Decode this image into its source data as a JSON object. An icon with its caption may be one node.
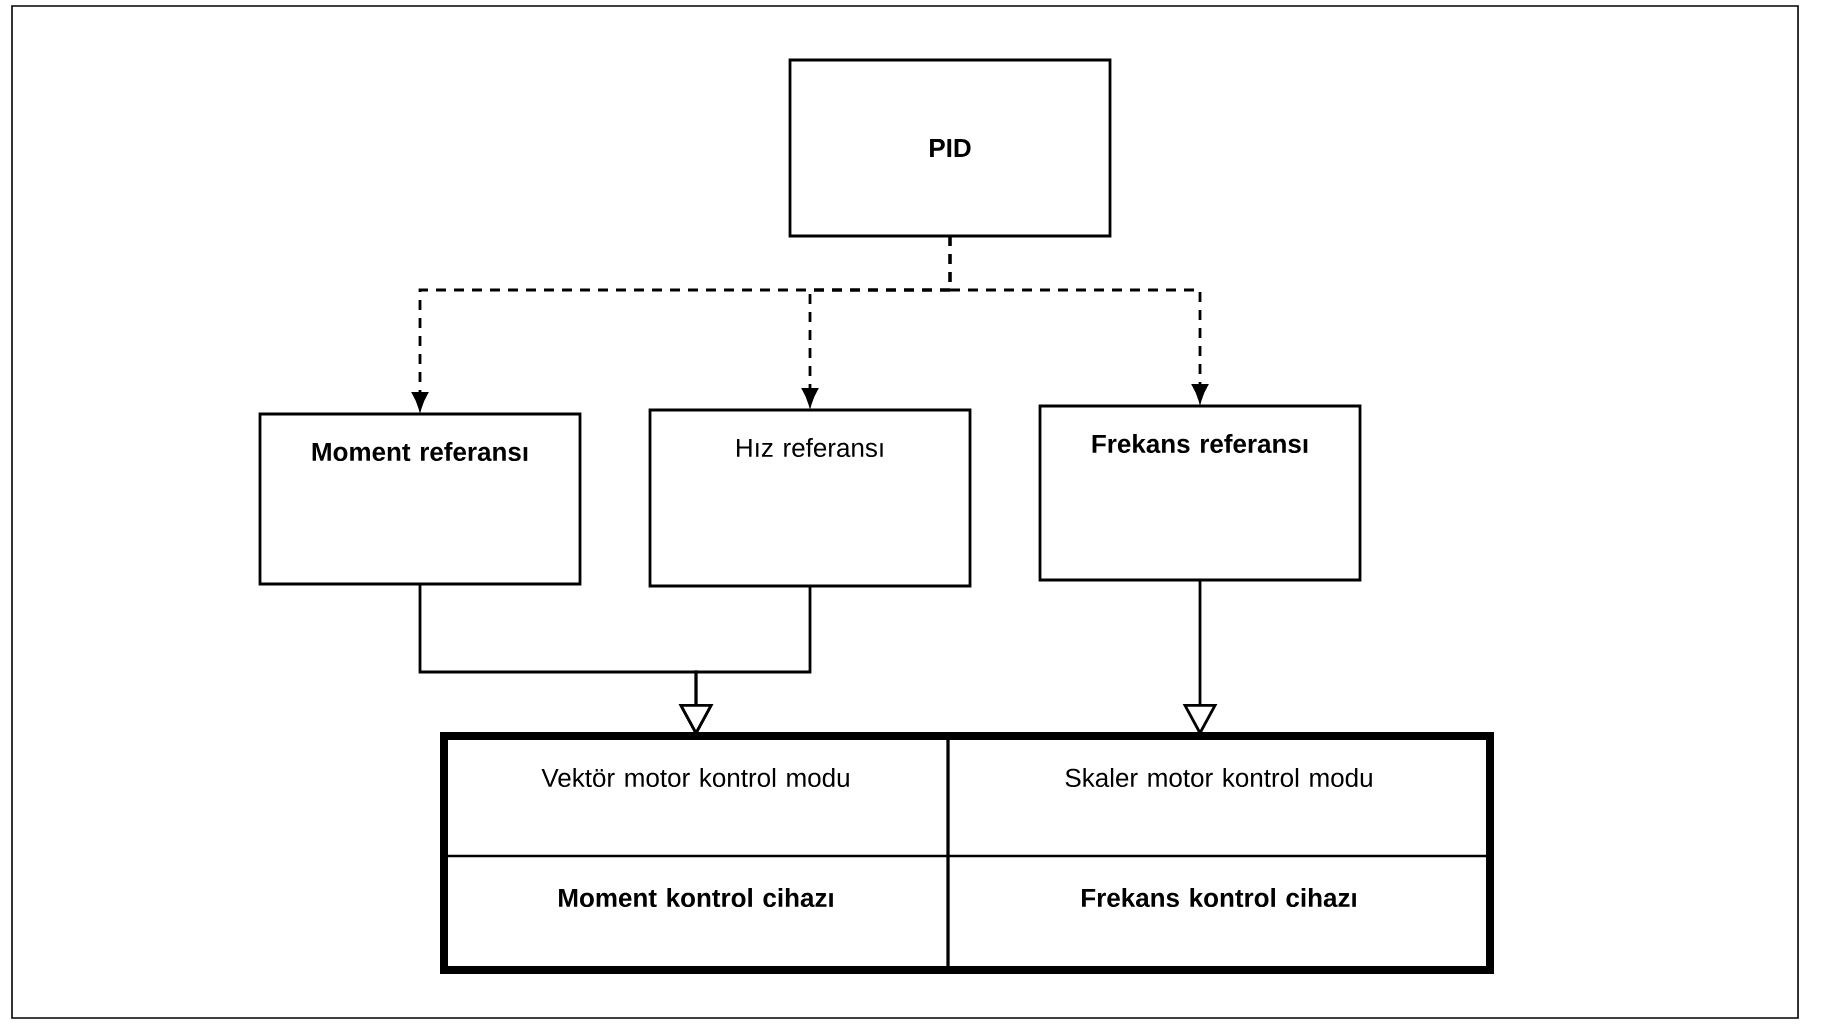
{
  "diagram": {
    "nodes": [
      {
        "text": [
          "PID"
        ]
      },
      {
        "text": [
          "Moment referansı"
        ]
      },
      {
        "text": [
          "Hız referansı"
        ]
      },
      {
        "text": [
          "Frekans referansı"
        ]
      },
      {
        "text": [
          "Vektör motor kontrol modu",
          "Moment kontrol cihazı"
        ]
      },
      {
        "text": [
          "Skaler motor kontrol modu",
          "Frekans kontrol cihazı"
        ]
      }
    ],
    "edges": [
      {
        "from": 0,
        "to": 1,
        "arrow": "to",
        "style": "dashed"
      },
      {
        "from": 0,
        "to": 2,
        "arrow": "to",
        "style": "dashed"
      },
      {
        "from": 0,
        "to": 3,
        "arrow": "to",
        "style": "dashed"
      },
      {
        "from": 1,
        "to": 4,
        "arrow": "to"
      },
      {
        "from": 2,
        "to": 4,
        "arrow": "to"
      },
      {
        "from": 3,
        "to": 5,
        "arrow": "to"
      }
    ]
  }
}
